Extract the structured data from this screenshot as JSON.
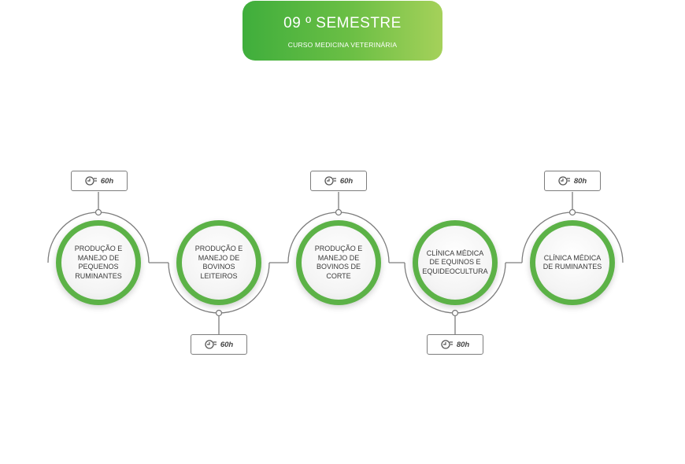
{
  "header": {
    "title": "09 º SEMESTRE",
    "subtitle": "CURSO MEDICINA VETERINÁRIA"
  },
  "courses": [
    {
      "label": "PRODUÇÃO E MANEJO DE PEQUENOS RUMINANTES",
      "hours": "60h"
    },
    {
      "label": "PRODUÇÃO E MANEJO DE BOVINOS LEITEIROS",
      "hours": "60h"
    },
    {
      "label": "PRODUÇÃO E MANEJO DE BOVINOS DE CORTE",
      "hours": "60h"
    },
    {
      "label": "CLÍNICA MÉDICA DE EQUINOS E EQUIDEOCULTURA",
      "hours": "80h"
    },
    {
      "label": "CLÍNICA MÉDICA DE RUMINANTES",
      "hours": "80h"
    }
  ],
  "colors": {
    "accent_green": "#5cb247",
    "header_gradient_start": "#3fae3c",
    "header_gradient_end": "#a5d15a",
    "line_gray": "#7d7d7d"
  },
  "icons": {
    "hours": "clock-icon"
  }
}
